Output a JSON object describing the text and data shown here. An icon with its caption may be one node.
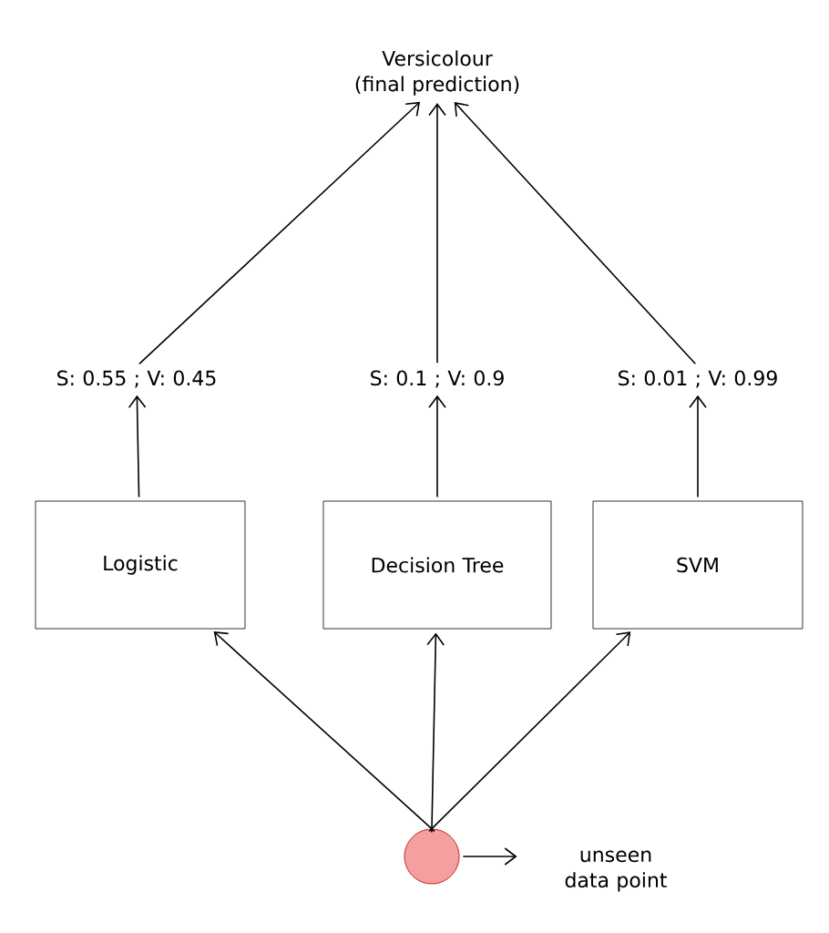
{
  "diagram": {
    "nodes": [
      {
        "text": [
          "Versicolour (final prediction)"
        ]
      },
      {
        "text": [
          "S: 0.55 ; V: 0.45"
        ]
      },
      {
        "text": [
          "S: 0.1 ; V: 0.9"
        ]
      },
      {
        "text": [
          "S: 0.01 ; V: 0.99"
        ]
      },
      {
        "text": [
          "Logistic"
        ]
      },
      {
        "text": [
          "Decision Tree"
        ]
      },
      {
        "text": [
          "SVM"
        ]
      },
      {
        "text": [],
        "shape": "circle"
      },
      {
        "text": [
          "unseen data point"
        ]
      }
    ],
    "edges": [
      {
        "from": 7,
        "to": 4,
        "arrow": "to"
      },
      {
        "from": 7,
        "to": 5,
        "arrow": "to"
      },
      {
        "from": 7,
        "to": 6,
        "arrow": "to"
      },
      {
        "from": 4,
        "to": 1,
        "arrow": "to"
      },
      {
        "from": 5,
        "to": 2,
        "arrow": "to"
      },
      {
        "from": 6,
        "to": 3,
        "arrow": "to"
      },
      {
        "from": 1,
        "to": 0,
        "arrow": "to"
      },
      {
        "from": 2,
        "to": 0,
        "arrow": "to"
      },
      {
        "from": 3,
        "to": 0,
        "arrow": "to"
      },
      {
        "from": 7,
        "to": 8,
        "arrow": "to"
      }
    ]
  }
}
